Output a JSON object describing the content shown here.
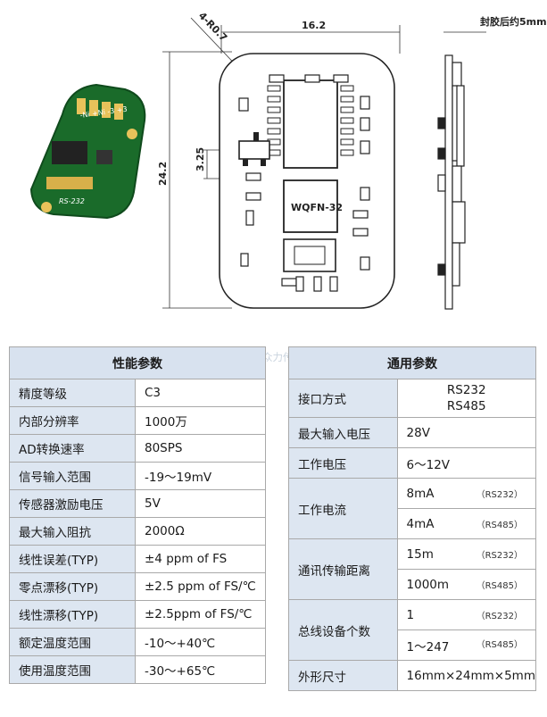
{
  "drawing": {
    "dim_width": "16.2",
    "dim_height": "24.2",
    "dim_radius": "4-R0.7",
    "dim_offset": "3.25",
    "chip_label": "WQFN-32",
    "side_note": "封胶后约5mm",
    "photo_labels": {
      "pins": "-Ni +Ni -3 +3",
      "interface": "RS-232"
    }
  },
  "watermark": "深圳市优众力传感器",
  "performance": {
    "title": "性能参数",
    "rows": [
      {
        "k": "精度等级",
        "v": "C3"
      },
      {
        "k": "内部分辨率",
        "v": "1000万"
      },
      {
        "k": "AD转换速率",
        "v": "80SPS"
      },
      {
        "k": "信号输入范围",
        "v": "-19～19mV"
      },
      {
        "k": "传感器激励电压",
        "v": "5V"
      },
      {
        "k": "最大输入阻抗",
        "v": "2000Ω"
      },
      {
        "k": "线性误差(TYP)",
        "v": "±4 ppm of FS"
      },
      {
        "k": "零点漂移(TYP)",
        "v": "±2.5 ppm of FS/℃"
      },
      {
        "k": "线性漂移(TYP)",
        "v": "±2.5ppm of FS/℃"
      },
      {
        "k": "额定温度范围",
        "v": "-10～+40℃"
      },
      {
        "k": "使用温度范围",
        "v": "-30～+65℃"
      }
    ]
  },
  "general": {
    "title": "通用参数",
    "interface": {
      "k": "接口方式",
      "v1": "RS232",
      "v2": "RS485"
    },
    "max_voltage": {
      "k": "最大输入电压",
      "v": "28V"
    },
    "work_voltage": {
      "k": "工作电压",
      "v": "6～12V"
    },
    "current": {
      "k": "工作电流",
      "a": "8mA",
      "a_note": "（RS232）",
      "b": "4mA",
      "b_note": "（RS485）"
    },
    "distance": {
      "k": "通讯传输距离",
      "a": "15m",
      "a_note": "（RS232）",
      "b": "1000m",
      "b_note": "（RS485）"
    },
    "devices": {
      "k": "总线设备个数",
      "a": "1",
      "a_note": "（RS232）",
      "b": "1～247",
      "b_note": "（RS485）"
    },
    "size": {
      "k": "外形尺寸",
      "v": "16mm×24mm×5mm"
    }
  }
}
